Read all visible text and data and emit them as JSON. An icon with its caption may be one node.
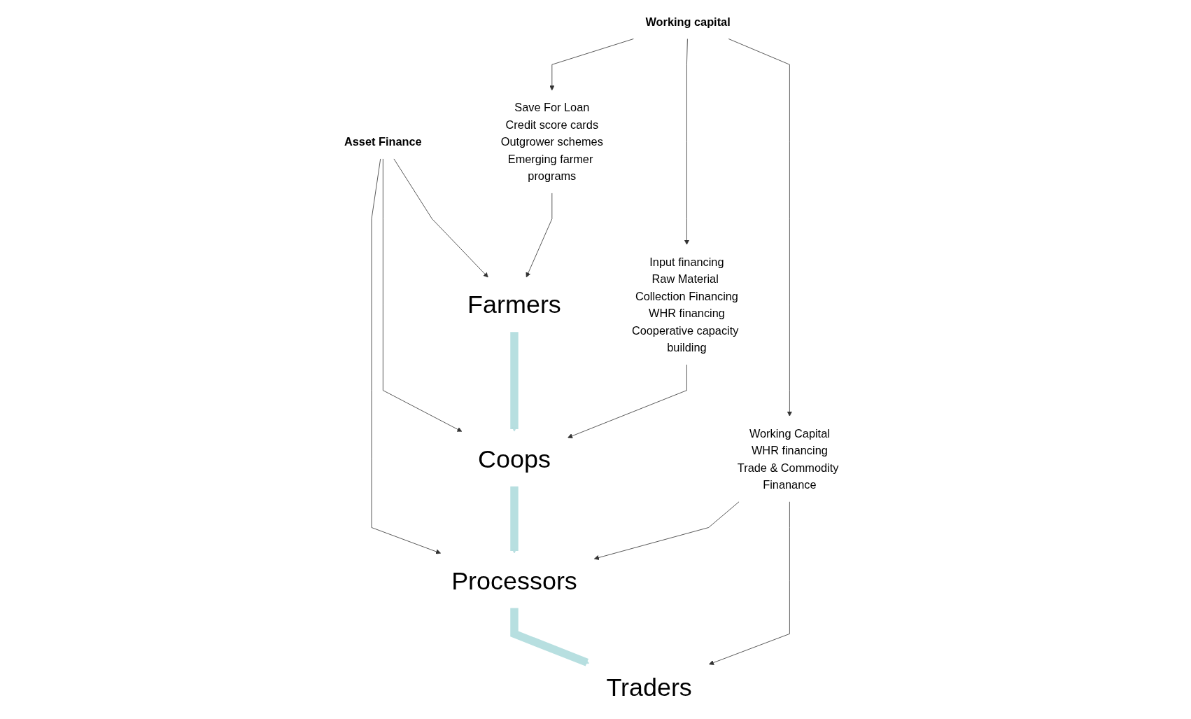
{
  "diagram": {
    "nodes": [
      {
        "text": [
          "Asset Finance"
        ]
      },
      {
        "text": [
          "Farmers"
        ]
      },
      {
        "text": [
          "Coops"
        ]
      },
      {
        "text": [
          "Processors"
        ]
      },
      {
        "text": [
          "Traders"
        ]
      },
      {
        "text": [
          "Save For Loan",
          "Credit score cards",
          "Outgrower schemes",
          "Emerging farmer programs"
        ]
      },
      {
        "text": [
          "Input financing",
          "Raw Material Collection Financing",
          "WHR financing",
          "Cooperative capacity building"
        ]
      },
      {
        "text": [
          "Working Capital",
          "WHR financing",
          "Trade & Commodity Finanance"
        ]
      },
      {
        "text": [
          "Working capital"
        ]
      }
    ],
    "edges": [
      {
        "from": 0,
        "to": 1,
        "arrow": "to"
      },
      {
        "from": 0,
        "to": 2,
        "arrow": "to"
      },
      {
        "from": 0,
        "to": 3,
        "arrow": "to"
      },
      {
        "from": 1,
        "to": 2,
        "arrow": "to",
        "style": "thick",
        "color": "#b7dfe0"
      },
      {
        "from": 2,
        "to": 3,
        "arrow": "to",
        "style": "thick",
        "color": "#b7dfe0"
      },
      {
        "from": 3,
        "to": 4,
        "arrow": "to",
        "style": "thick",
        "color": "#b7dfe0"
      },
      {
        "from": 5,
        "to": 1,
        "arrow": "to"
      },
      {
        "from": 6,
        "to": 2,
        "arrow": "to"
      },
      {
        "from": 7,
        "to": 3,
        "arrow": "to"
      },
      {
        "from": 7,
        "to": 4,
        "arrow": "to"
      },
      {
        "from": 8,
        "to": 5,
        "arrow": "to"
      },
      {
        "from": 8,
        "to": 6,
        "arrow": "to"
      },
      {
        "from": 8,
        "to": 7,
        "arrow": "to"
      }
    ]
  }
}
